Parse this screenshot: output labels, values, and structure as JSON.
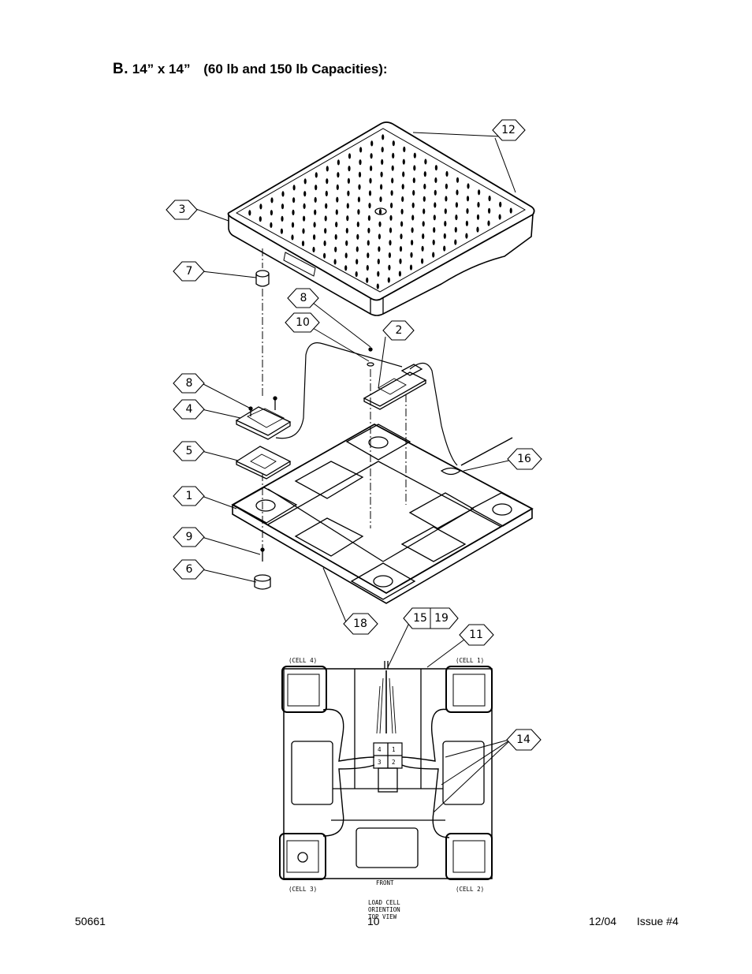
{
  "heading": {
    "section": "B.",
    "title": "14” x 14”",
    "subtitle": "(60 lb and 150 lb Capacities):"
  },
  "callouts": {
    "c12": "12",
    "c3": "3",
    "c7": "7",
    "c8a": "8",
    "c10": "10",
    "c2": "2",
    "c8b": "8",
    "c4": "4",
    "c5": "5",
    "c16": "16",
    "c1": "1",
    "c9": "9",
    "c6": "6",
    "c18": "18",
    "c15": "15",
    "c19": "19",
    "c11": "11",
    "c14": "14"
  },
  "bottom_view": {
    "cell1": "(CELL 1)",
    "cell2": "(CELL 2)",
    "cell3": "(CELL 3)",
    "cell4": "(CELL 4)",
    "front": "FRONT",
    "orientation_line1": "LOAD CELL",
    "orientation_line2": "ORIENTION",
    "orientation_line3": "TOP VIEW",
    "terminal_1": "1",
    "terminal_2": "2",
    "terminal_3": "3",
    "terminal_4": "4"
  },
  "footer": {
    "doc_number": "50661",
    "page_number": "10",
    "date": "12/04",
    "issue": "Issue #4"
  }
}
